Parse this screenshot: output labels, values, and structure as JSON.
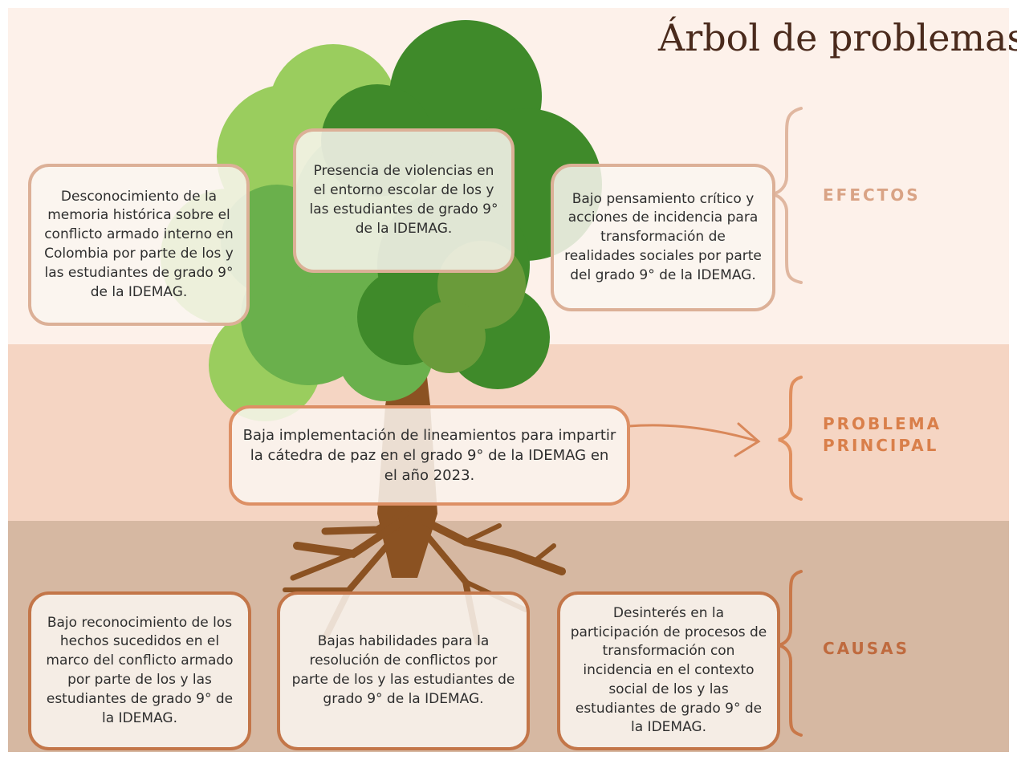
{
  "title": "Árbol de problemas",
  "sections": {
    "effects_label": "EFECTOS",
    "main_label_line1": "PROBLEMA",
    "main_label_line2": "PRINCIPAL",
    "causes_label": "CAUSAS"
  },
  "effects": [
    "Desconocimiento de la memoria histórica sobre el conflicto armado interno en Colombia por parte de los y las estudiantes de grado 9° de la IDEMAG.",
    "Presencia de violencias en el entorno escolar de los y las estudiantes de grado 9° de la IDEMAG.",
    "Bajo pensamiento crítico y acciones de incidencia para transformación de realidades sociales por parte del grado 9° de la IDEMAG."
  ],
  "main_problem": "Baja implementación de lineamientos para impartir la cátedra de paz en el grado 9° de la IDEMAG en el año 2023.",
  "causes": [
    "Bajo reconocimiento de los hechos sucedidos en el marco del conflicto armado por parte de los y las estudiantes de grado 9° de la IDEMAG.",
    "Bajas habilidades para la resolución de conflictos por parte de los y las estudiantes de grado 9° de la IDEMAG.",
    "Desinterés en la participación de procesos de transformación con incidencia en el contexto social de los y las estudiantes de grado 9° de la IDEMAG."
  ],
  "colors": {
    "band_top": "#fdf1ea",
    "band_middle": "#f5d5c3",
    "band_bottom": "#d6b8a2",
    "trunk": "#8b5222",
    "foliage_light": "#9acd5e",
    "foliage_mid": "#6ab04c",
    "foliage_dark": "#3f8a2a",
    "label_effects": "#d9a385",
    "label_main": "#d97f4a",
    "label_causes": "#bf6a3e"
  }
}
